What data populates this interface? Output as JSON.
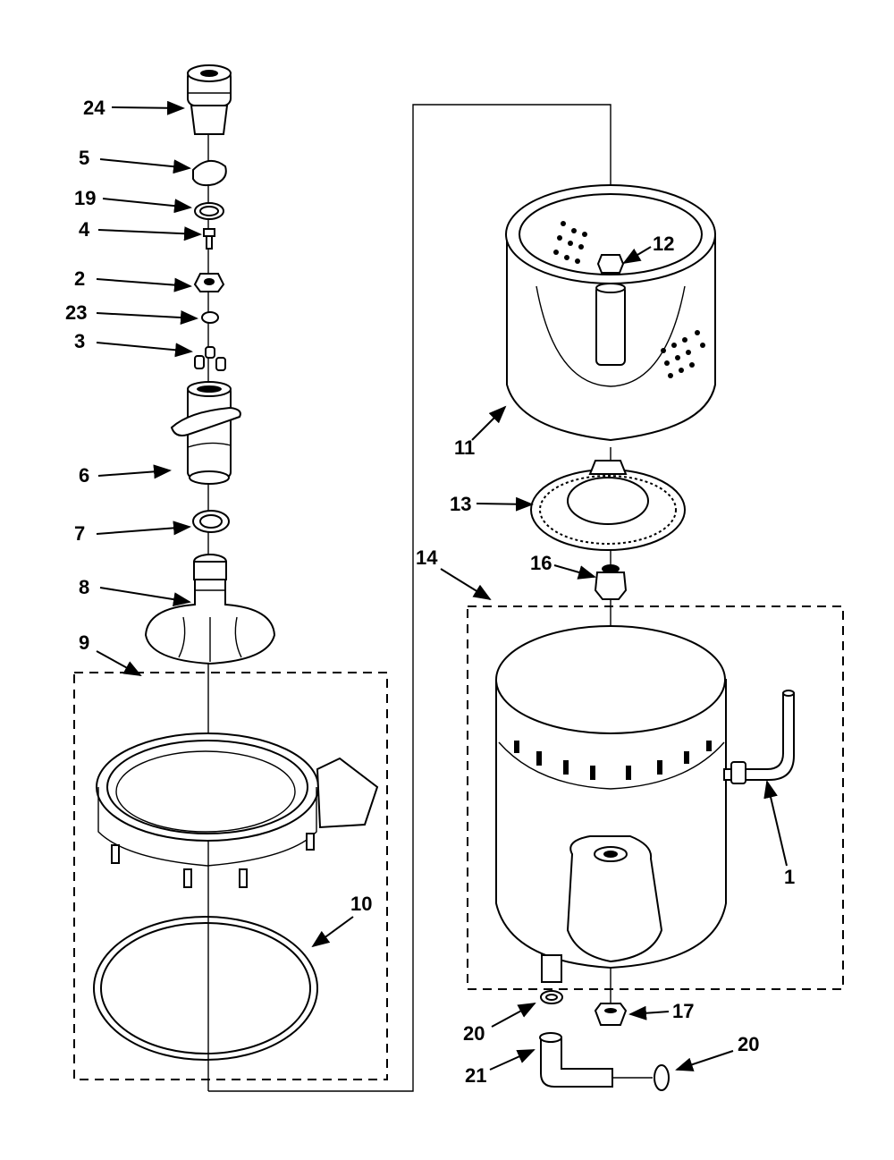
{
  "labels": {
    "p24": "24",
    "p5": "5",
    "p19": "19",
    "p4": "4",
    "p2": "2",
    "p23": "23",
    "p3": "3",
    "p6": "6",
    "p7": "7",
    "p8": "8",
    "p9": "9",
    "p10": "10",
    "p11": "11",
    "p12": "12",
    "p13": "13",
    "p14": "14",
    "p16": "16",
    "p1": "1",
    "p17": "17",
    "p20a": "20",
    "p20b": "20",
    "p21": "21"
  }
}
